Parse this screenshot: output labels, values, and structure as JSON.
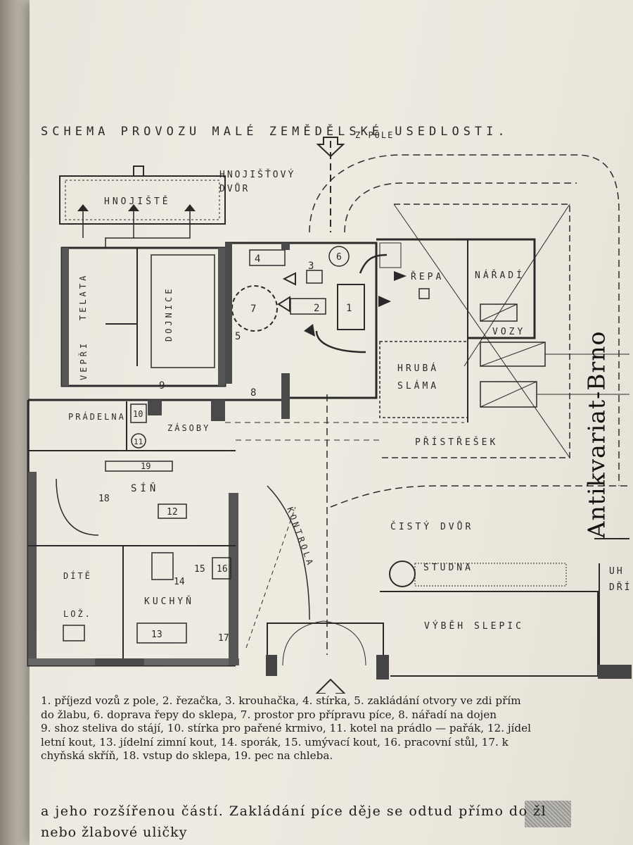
{
  "title": "SCHEMA PROVOZU MALÉ ZEMĚDĚLSKÉ USEDLOSTI.",
  "plan_labels": {
    "z_pole": "Z POLE",
    "hnojistovy_dvur_1": "HNOJIŠŤOVÝ",
    "hnojistovy_dvur_2": "DVŮR",
    "hnojiste": "HNOJIŠTĚ",
    "telata": "TELATA",
    "dojnice": "DOJNICE",
    "vepri": "VEPŘI",
    "repa": "ŘEPA",
    "naradi": "NÁŘADÍ",
    "vozy": "VOZY",
    "hruba": "HRUBÁ",
    "slama": "SLÁMA",
    "pristresek": "PŘÍSTŘEŠEK",
    "pradelna": "PRÁDELNA",
    "zasoby": "ZÁSOBY",
    "sin": "SÍŇ",
    "kontrola": "KONTROLA",
    "cisty_dvur": "ČISTÝ DVŮR",
    "studna": "STUDNA",
    "dite": "DÍTĚ",
    "loz": "LOŽ.",
    "kuchyn": "KUCHYŇ",
    "vybeh_slepic": "VÝBĚH SLEPIC",
    "partial_1": "UH",
    "partial_2": "DŘÍ"
  },
  "numbers": [
    "1",
    "2",
    "3",
    "4",
    "5",
    "6",
    "7",
    "8",
    "9",
    "10",
    "11",
    "12",
    "13",
    "14",
    "15",
    "16",
    "17",
    "18",
    "19"
  ],
  "caption": [
    "1. příjezd vozů z pole, 2. řezačka, 3. krouhačka, 4. stírka, 5. zakládání otvory ve zdi přím",
    "do žlabu, 6. doprava řepy do sklepa, 7. prostor pro přípravu píce, 8. nářadí na dojen",
    "9. shoz steliva do stájí, 10. stírka pro pařené krmivo, 11. kotel na prádlo — pařák, 12. jídel",
    "letní kout, 13. jídelní zimní kout, 14. sporák, 15. umývací kout, 16. pracovní stůl, 17. k",
    "chyňská skříň, 18. vstup do sklepa, 19. pec na chleba."
  ],
  "body": [
    "a jeho rozšířenou částí. Zakládání píce děje se odtud přímo do žl",
    "nebo žlabové uličky"
  ],
  "watermark": "Antikvariat-Brno"
}
